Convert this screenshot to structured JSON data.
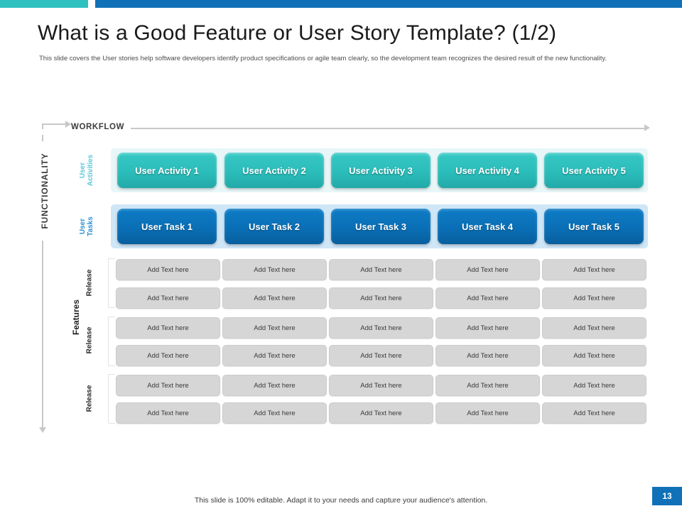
{
  "topbar": {
    "teal_color": "#2fc0c0",
    "blue_color": "#1071b8"
  },
  "header": {
    "title": "What is a Good Feature or User Story Template? (1/2)",
    "subtitle": "This slide covers the User stories help software developers identify product specifications or agile team clearly, so the development team recognizes the desired result of the new functionality."
  },
  "axes": {
    "workflow_label": "WORKFLOW",
    "functionality_label": "FUNCTIONALITY",
    "features_label": "Features"
  },
  "rows": {
    "activities": {
      "side_label_line1": "User",
      "side_label_line2": "Activities",
      "cells": [
        "User Activity 1",
        "User Activity 2",
        "User Activity 3",
        "User Activity 4",
        "User Activity 5"
      ],
      "color": "#2bbdba"
    },
    "tasks": {
      "side_label_line1": "User",
      "side_label_line2": "Tasks",
      "cells": [
        "User Task 1",
        "User Task 2",
        "User Task 3",
        "User Task 4",
        "User Task 5"
      ],
      "color": "#0a6fb6"
    },
    "releases": [
      {
        "label": "Release",
        "lines": [
          [
            "Add Text here",
            "Add Text here",
            "Add Text here",
            "Add Text here",
            "Add Text here"
          ],
          [
            "Add Text here",
            "Add Text here",
            "Add Text here",
            "Add Text here",
            "Add Text here"
          ]
        ]
      },
      {
        "label": "Release",
        "lines": [
          [
            "Add Text here",
            "Add Text here",
            "Add Text here",
            "Add Text here",
            "Add Text here"
          ],
          [
            "Add Text here",
            "Add Text here",
            "Add Text here",
            "Add Text here",
            "Add Text here"
          ]
        ]
      },
      {
        "label": "Release",
        "lines": [
          [
            "Add Text here",
            "Add Text here",
            "Add Text here",
            "Add Text here",
            "Add Text here"
          ],
          [
            "Add Text here",
            "Add Text here",
            "Add Text here",
            "Add Text here",
            "Add Text here"
          ]
        ]
      }
    ]
  },
  "footer": {
    "note": "This slide is 100% editable. Adapt it to your needs and capture your audience's attention.",
    "page_number": "13"
  }
}
